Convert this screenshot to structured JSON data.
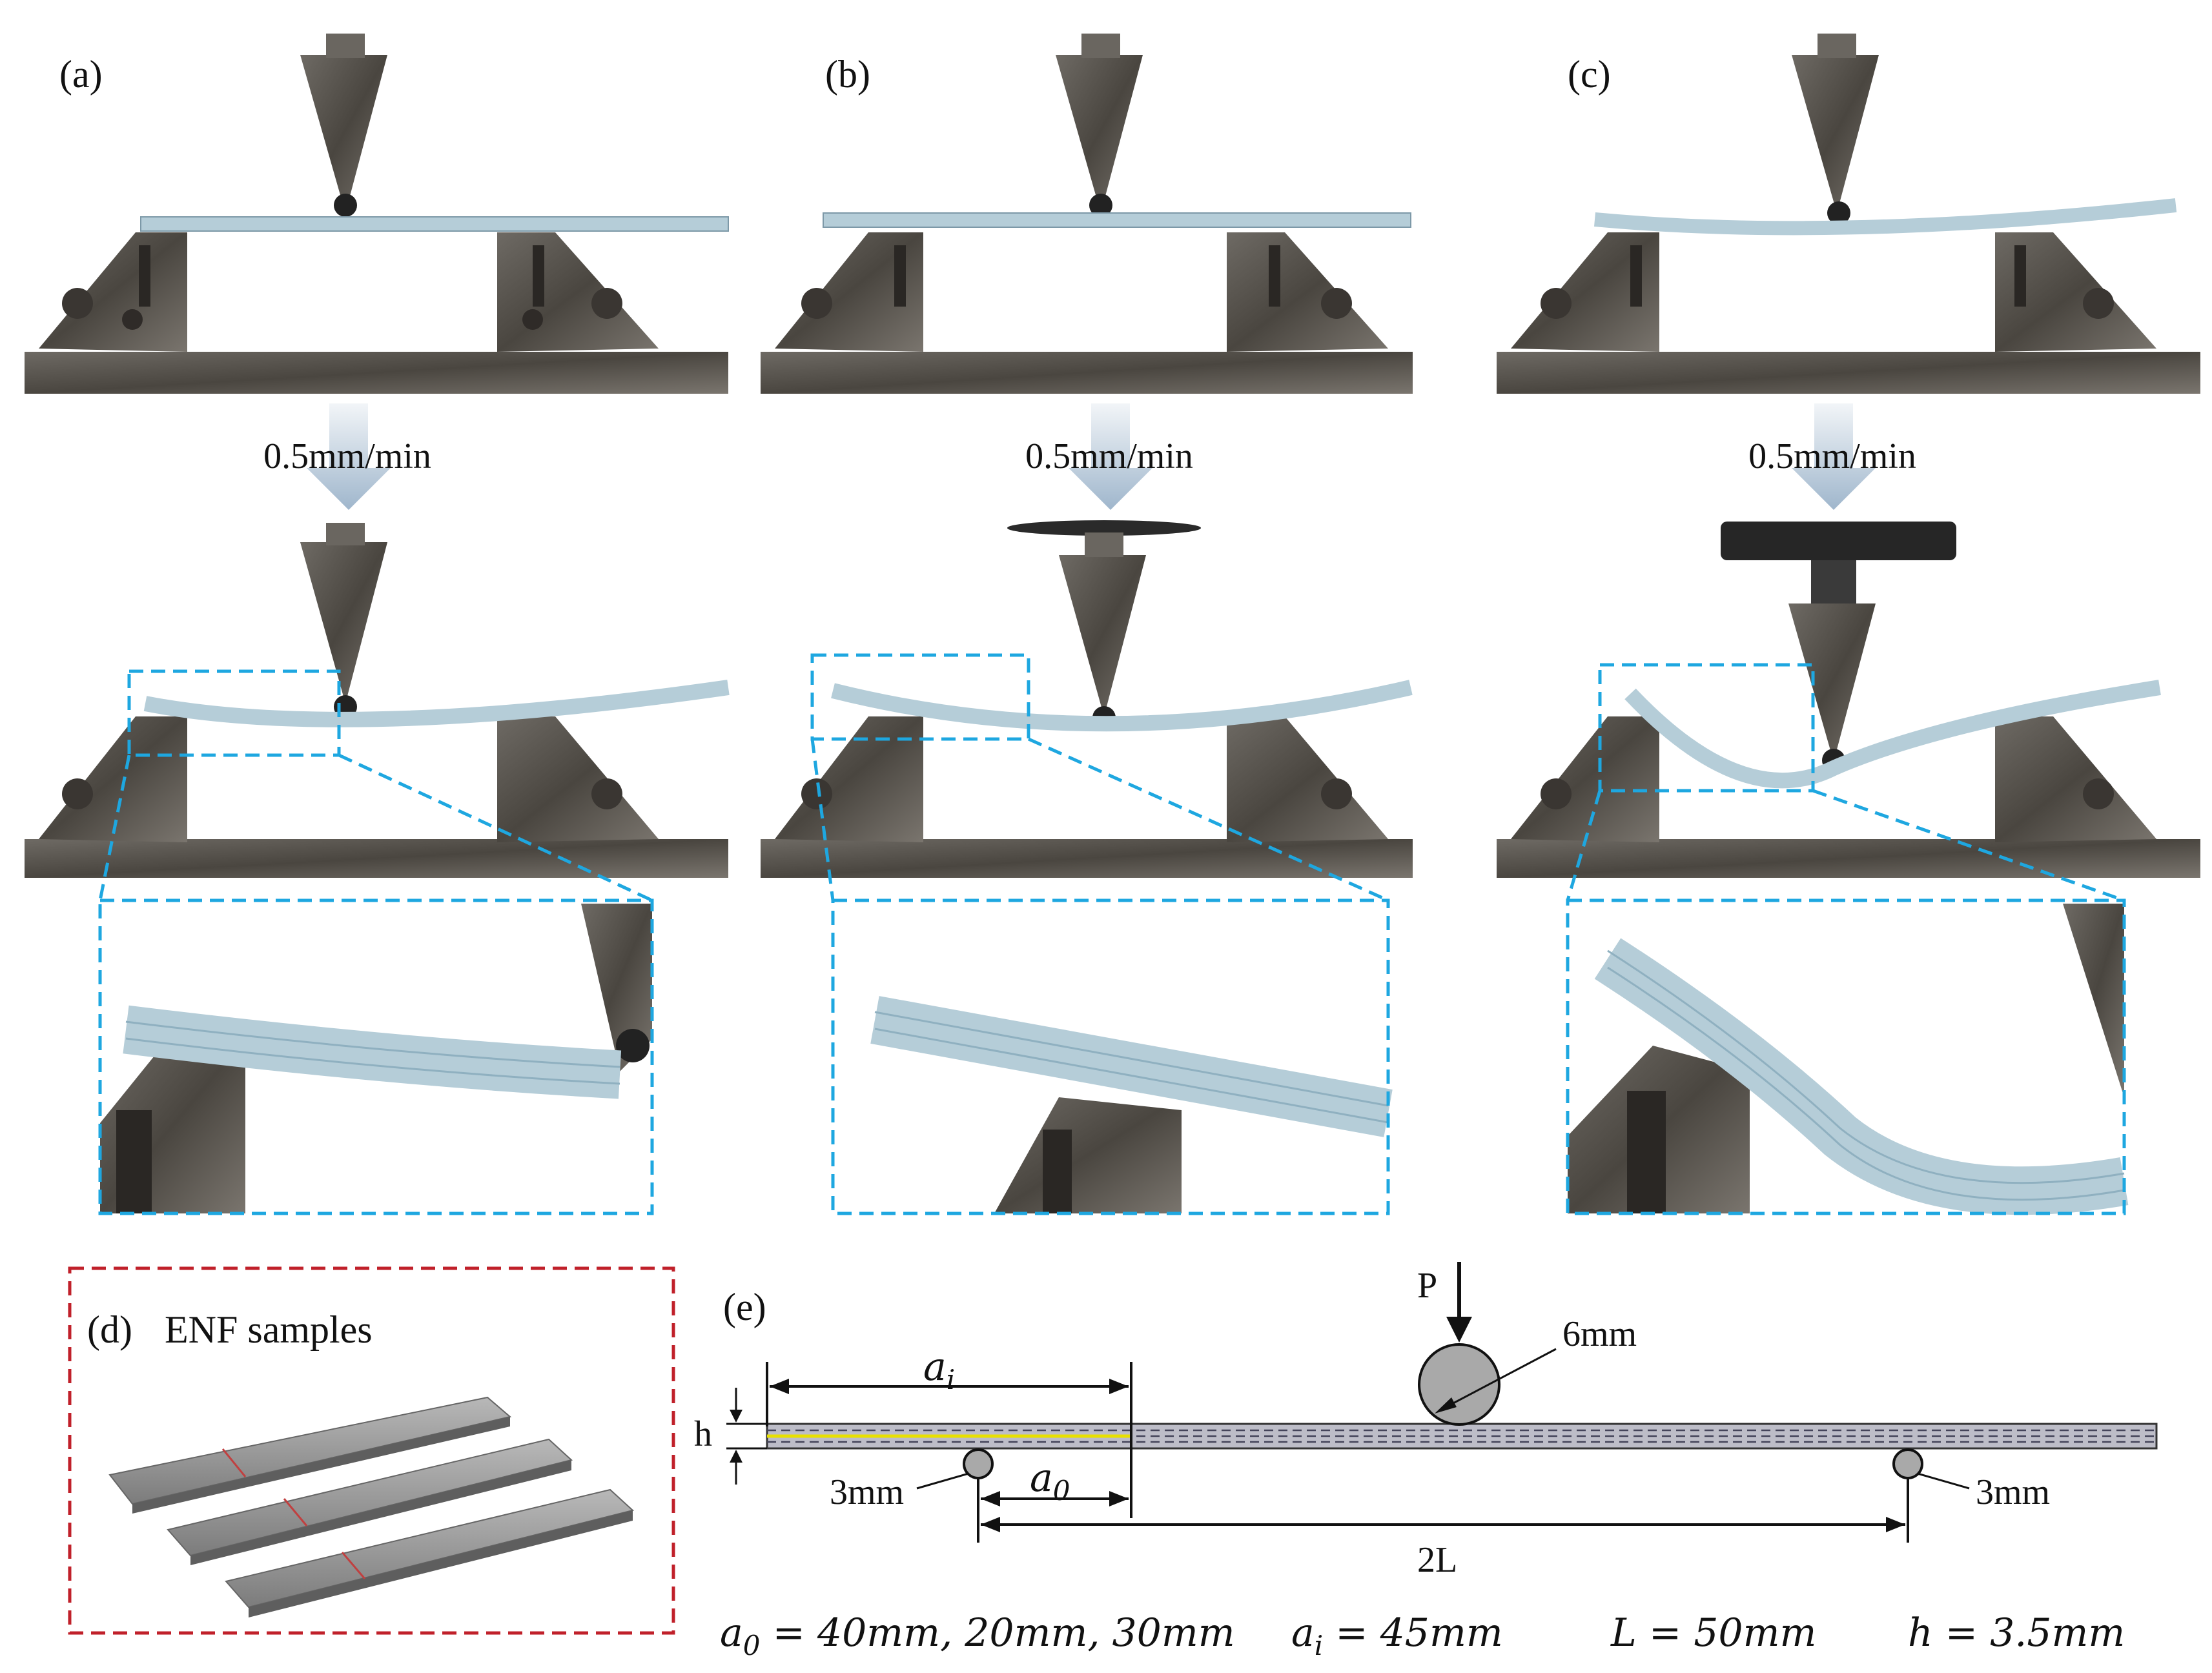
{
  "panels": [
    {
      "label": "(a)",
      "rate": "0.5mm/min"
    },
    {
      "label": "(b)",
      "rate": "0.5mm/min"
    },
    {
      "label": "(c)",
      "rate": "0.5mm/min"
    }
  ],
  "panel_d": {
    "label": "(d)",
    "title": "ENF samples"
  },
  "panel_e": {
    "label": "(e)",
    "load": "P",
    "loading_roller": "6mm",
    "left_support": "3mm",
    "right_support": "3mm",
    "thickness": "h",
    "crack_length": "a",
    "crack_length_sub": "i",
    "initial_crack": "a",
    "initial_crack_sub": "0",
    "span": "2L",
    "params": [
      {
        "sym": "a",
        "sub": "0",
        "value": " = 40mm, 20mm, 30mm"
      },
      {
        "sym": "a",
        "sub": "i",
        "value": " = 45mm"
      },
      {
        "sym": "L",
        "sub": "",
        "value": " = 50mm"
      },
      {
        "sym": "h",
        "sub": "",
        "value": " = 3.5mm"
      }
    ]
  },
  "colors": {
    "zoom_box": "#1ea7e0",
    "sample_box": "#c0202a",
    "specimen": "#b5cdd8",
    "steel": "#5a5550",
    "insert": "#e8e000"
  }
}
